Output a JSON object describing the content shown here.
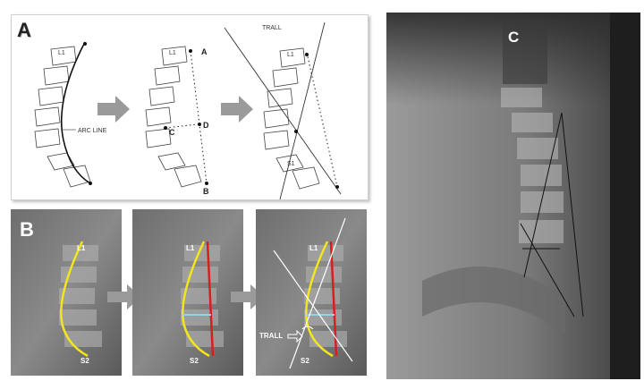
{
  "panels": {
    "a": {
      "letter": "A",
      "labels": {
        "arc_line": "ARC LINE",
        "trall": "TRALL",
        "l1": "L1",
        "s1": "S1",
        "point_a": "A",
        "point_b": "B",
        "point_c": "C",
        "point_d": "D"
      }
    },
    "b": {
      "letter": "B",
      "labels": {
        "l1": "L1",
        "s2": "S2",
        "trall": "TRALL"
      }
    },
    "c": {
      "letter": "C"
    }
  },
  "colors": {
    "arrow": "#9a9a9a",
    "curve_yellow": "#f2e61c",
    "line_red": "#d81e1e",
    "line_cyan": "#8fd3e8"
  }
}
